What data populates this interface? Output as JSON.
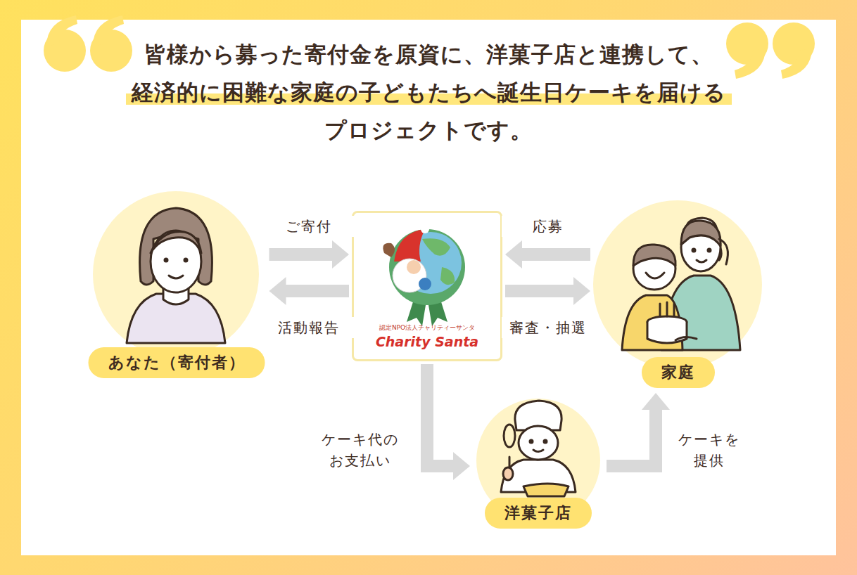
{
  "diagram": {
    "title": "皆様から募った寄付金を原資に、洋菓子店と連携して、 経済的に困難な家庭の子どもたちへ誕生日ケーキを届ける プロジェクトです。",
    "nodes": [
      {
        "text": [
          "あなた（寄付者）"
        ]
      },
      {
        "text": [
          "認定NPO法人チャリティーサンタ",
          "Charity Santa"
        ]
      },
      {
        "text": [
          "家庭"
        ]
      },
      {
        "text": [
          "洋菓子店"
        ]
      }
    ],
    "edges": [
      {
        "from": 0,
        "to": 1,
        "label": "ご寄付",
        "arrow": "to"
      },
      {
        "from": 1,
        "to": 0,
        "label": "活動報告",
        "arrow": "to"
      },
      {
        "from": 2,
        "to": 1,
        "label": "応募",
        "arrow": "to"
      },
      {
        "from": 1,
        "to": 2,
        "label": "審査・抽選",
        "arrow": "to"
      },
      {
        "from": 1,
        "to": 3,
        "label": "ケーキ代の お支払い",
        "arrow": "to"
      },
      {
        "from": 3,
        "to": 2,
        "label": "ケーキを 提供",
        "arrow": "to"
      }
    ]
  }
}
